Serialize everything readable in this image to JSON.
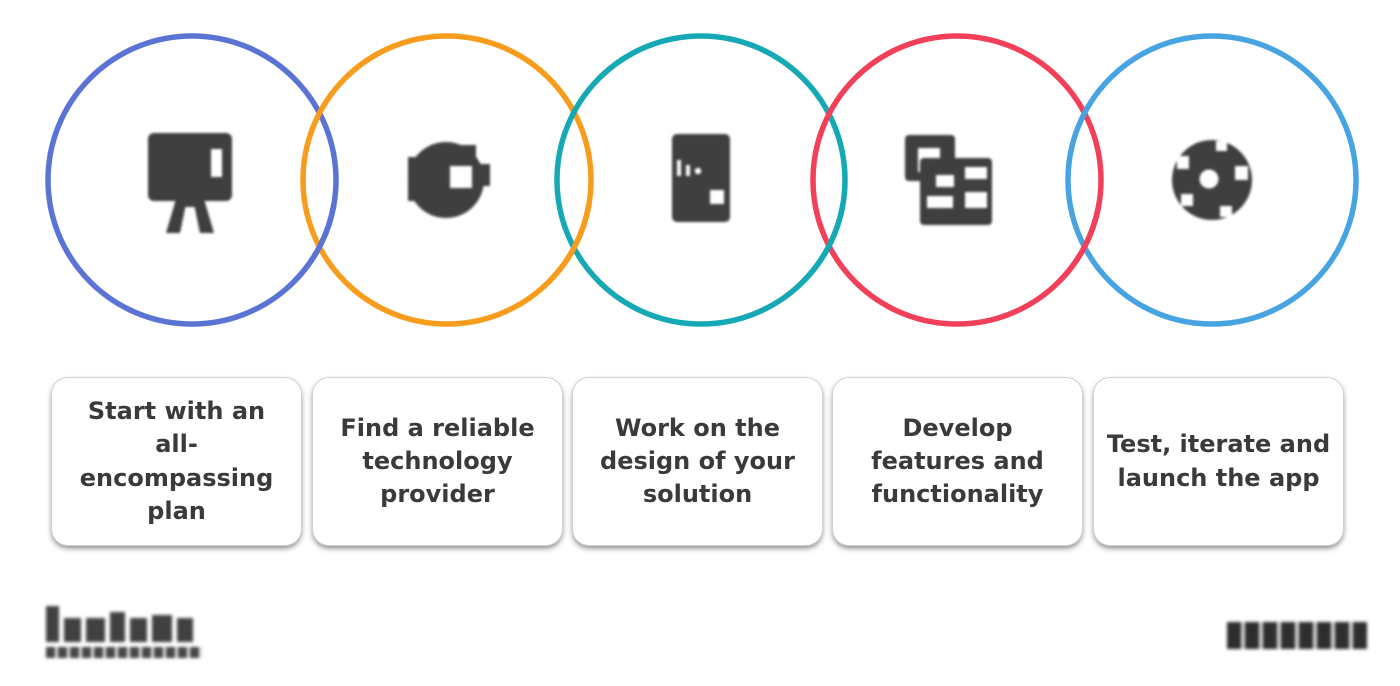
{
  "diagram": {
    "type": "process-steps",
    "background": "#FFFFFF",
    "card_background": "#FFFFFF",
    "card_text_color": "#3A3A3A",
    "icon_color": "#3F3F3F",
    "steps": [
      {
        "label": "Start with an all-encompassing plan",
        "circle_color": "#5B73D4",
        "icon": "strategy-board-icon"
      },
      {
        "label": "Find a reliable technology provider",
        "circle_color": "#F89C1E",
        "icon": "technology-provider-icon"
      },
      {
        "label": "Work on the design of your solution",
        "circle_color": "#14A9B4",
        "icon": "phone-design-icon"
      },
      {
        "label": "Develop features and functionality",
        "circle_color": "#F2405A",
        "icon": "feature-modules-icon"
      },
      {
        "label": "Test, iterate and launch the app",
        "circle_color": "#47A3E2",
        "icon": "launch-gear-icon"
      }
    ]
  },
  "footer": {
    "left_logo_icon": "blurred-company-wordmark",
    "right_logo_icon": "blurred-wordmark"
  }
}
